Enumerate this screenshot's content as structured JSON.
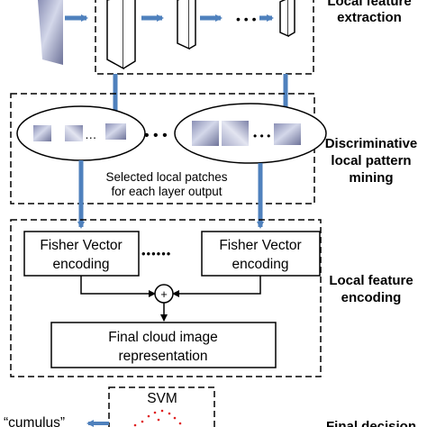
{
  "labels": {
    "local_feature_extraction": [
      "Local feature",
      "extraction"
    ],
    "discriminative_mining": [
      "Discriminative",
      "local pattern",
      "mining"
    ],
    "local_feature_encoding": [
      "Local feature",
      "encoding"
    ],
    "final_decision": "Final decision",
    "selected_patches": [
      "Selected local patches",
      "for each layer output"
    ],
    "fisher_left": [
      "Fisher Vector",
      "encoding"
    ],
    "fisher_right": [
      "Fisher Vector",
      "encoding"
    ],
    "final_representation": [
      "Final cloud image",
      "representation"
    ],
    "svm": "SVM",
    "output_class": "“cumulus”",
    "ellipsis_mid": "• • •",
    "ellipsis_cnn": "• • •",
    "ellipsis_right": "• • •",
    "ellipsis_fisher": "••••••",
    "plus": "+"
  },
  "colors": {
    "arrow": "#4f81bd",
    "line": "#000000",
    "cloud_light": "#c9cde0",
    "cloud_mid": "#8f94b8",
    "cloud_dark": "#5f6488",
    "svm_dot": "#e02020"
  }
}
